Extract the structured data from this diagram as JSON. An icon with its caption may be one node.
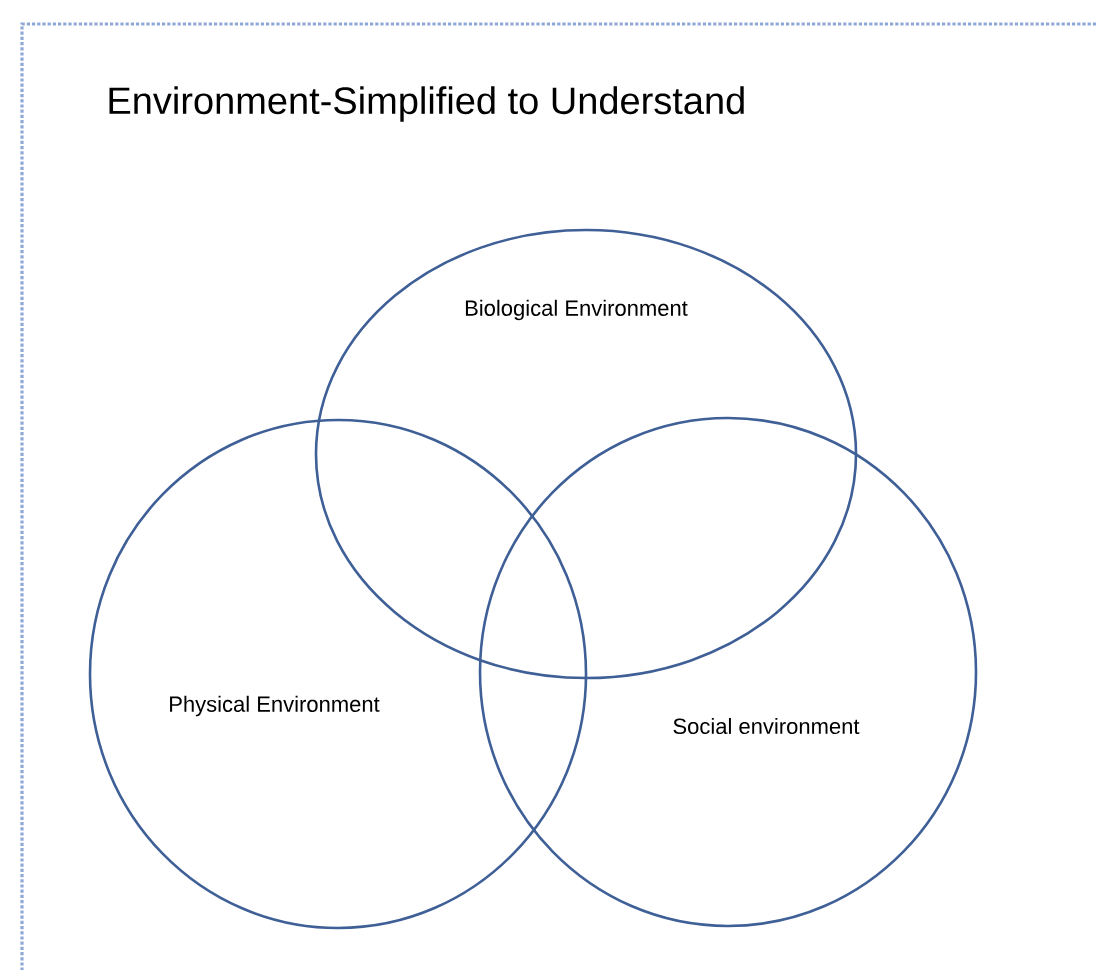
{
  "diagram": {
    "title": "Environment-Simplified to Understand",
    "nodes": [
      {
        "text": [
          "Biological Environment"
        ]
      },
      {
        "text": [
          "Physical Environment"
        ]
      },
      {
        "text": [
          "Social environment"
        ]
      }
    ]
  }
}
